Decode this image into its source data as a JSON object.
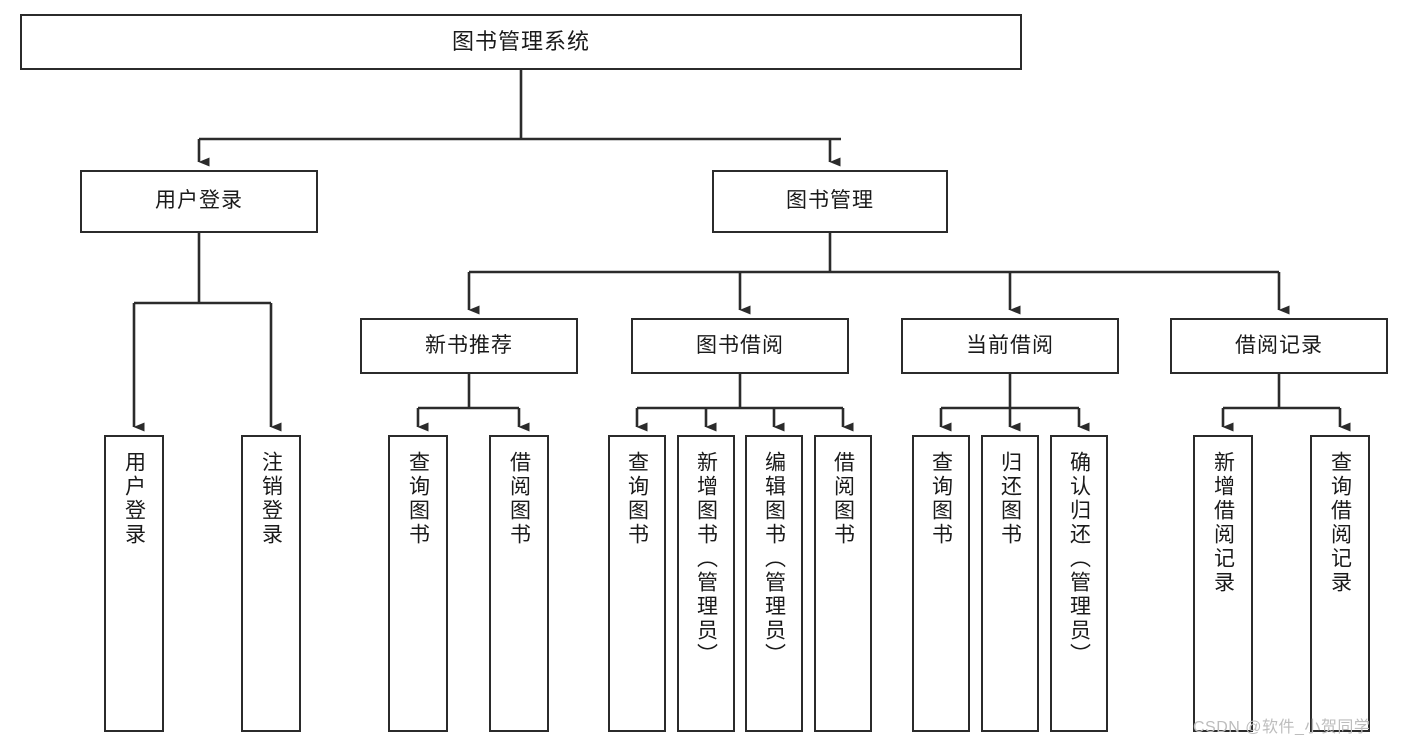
{
  "diagram": {
    "title": "图书管理系统",
    "type": "tree",
    "root": {
      "label": "图书管理系统"
    },
    "level2": [
      {
        "label": "用户登录"
      },
      {
        "label": "图书管理"
      }
    ],
    "level3": [
      {
        "label": "新书推荐"
      },
      {
        "label": "图书借阅"
      },
      {
        "label": "当前借阅"
      },
      {
        "label": "借阅记录"
      }
    ],
    "leaves": [
      {
        "label": "用户登录",
        "parent": "用户登录"
      },
      {
        "label": "注销登录",
        "parent": "用户登录"
      },
      {
        "label": "查询图书",
        "parent": "新书推荐"
      },
      {
        "label": "借阅图书",
        "parent": "新书推荐"
      },
      {
        "label": "查询图书",
        "parent": "图书借阅"
      },
      {
        "label": "新增图书（管理员）",
        "parent": "图书借阅"
      },
      {
        "label": "编辑图书（管理员）",
        "parent": "图书借阅"
      },
      {
        "label": "借阅图书",
        "parent": "图书借阅"
      },
      {
        "label": "查询图书",
        "parent": "当前借阅"
      },
      {
        "label": "归还图书",
        "parent": "当前借阅"
      },
      {
        "label": "确认归还（管理员）",
        "parent": "当前借阅"
      },
      {
        "label": "新增借阅记录",
        "parent": "借阅记录"
      },
      {
        "label": "查询借阅记录",
        "parent": "借阅记录"
      }
    ]
  },
  "watermark": {
    "text": "CSDN @软件_小贺同学"
  },
  "colors": {
    "border": "#2b2b2b",
    "background": "#ffffff",
    "text": "#1a1a1a",
    "watermark": "#bdbdbd"
  }
}
